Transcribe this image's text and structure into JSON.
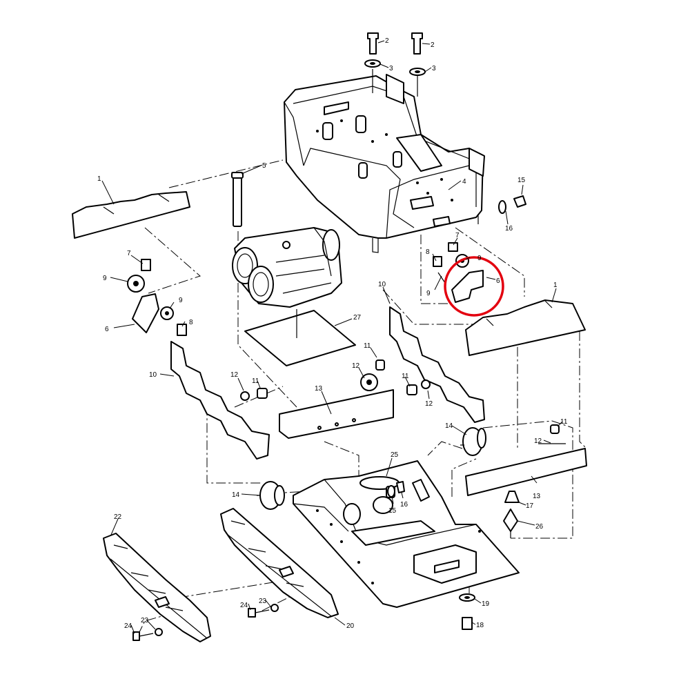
{
  "diagram": {
    "callouts": {
      "c_2a": "2",
      "c_3a": "3",
      "c_2b": "2",
      "c_3b": "3",
      "c_4": "4",
      "c_5": "5",
      "c_15a": "15",
      "c_16a": "16",
      "c_1a": "1",
      "c_1b": "1",
      "c_7a": "7",
      "c_9a": "9",
      "c_9b": "9",
      "c_8a": "8",
      "c_6a": "6",
      "c_7b": "7",
      "c_8b": "8",
      "c_9c": "9",
      "c_9d": "9",
      "c_6b": "6",
      "c_27": "27",
      "c_10a": "10",
      "c_10b": "10",
      "c_11a": "11",
      "c_12a": "12",
      "c_11b": "11",
      "c_12b": "12",
      "c_11c": "11",
      "c_12c": "12",
      "c_13a": "13",
      "c_14a": "14",
      "c_11d": "11",
      "c_12d": "12",
      "c_13b": "13",
      "c_25": "25",
      "c_14b": "14",
      "c_15b": "15",
      "c_16b": "16",
      "c_17": "17",
      "c_26": "26",
      "c_22": "22",
      "c_23a": "23",
      "c_24a": "24",
      "c_23b": "23",
      "c_24b": "24",
      "c_20": "20",
      "c_19": "19",
      "c_18": "18"
    },
    "highlight": {
      "color": "#e3000f",
      "target_callout": "6"
    }
  }
}
